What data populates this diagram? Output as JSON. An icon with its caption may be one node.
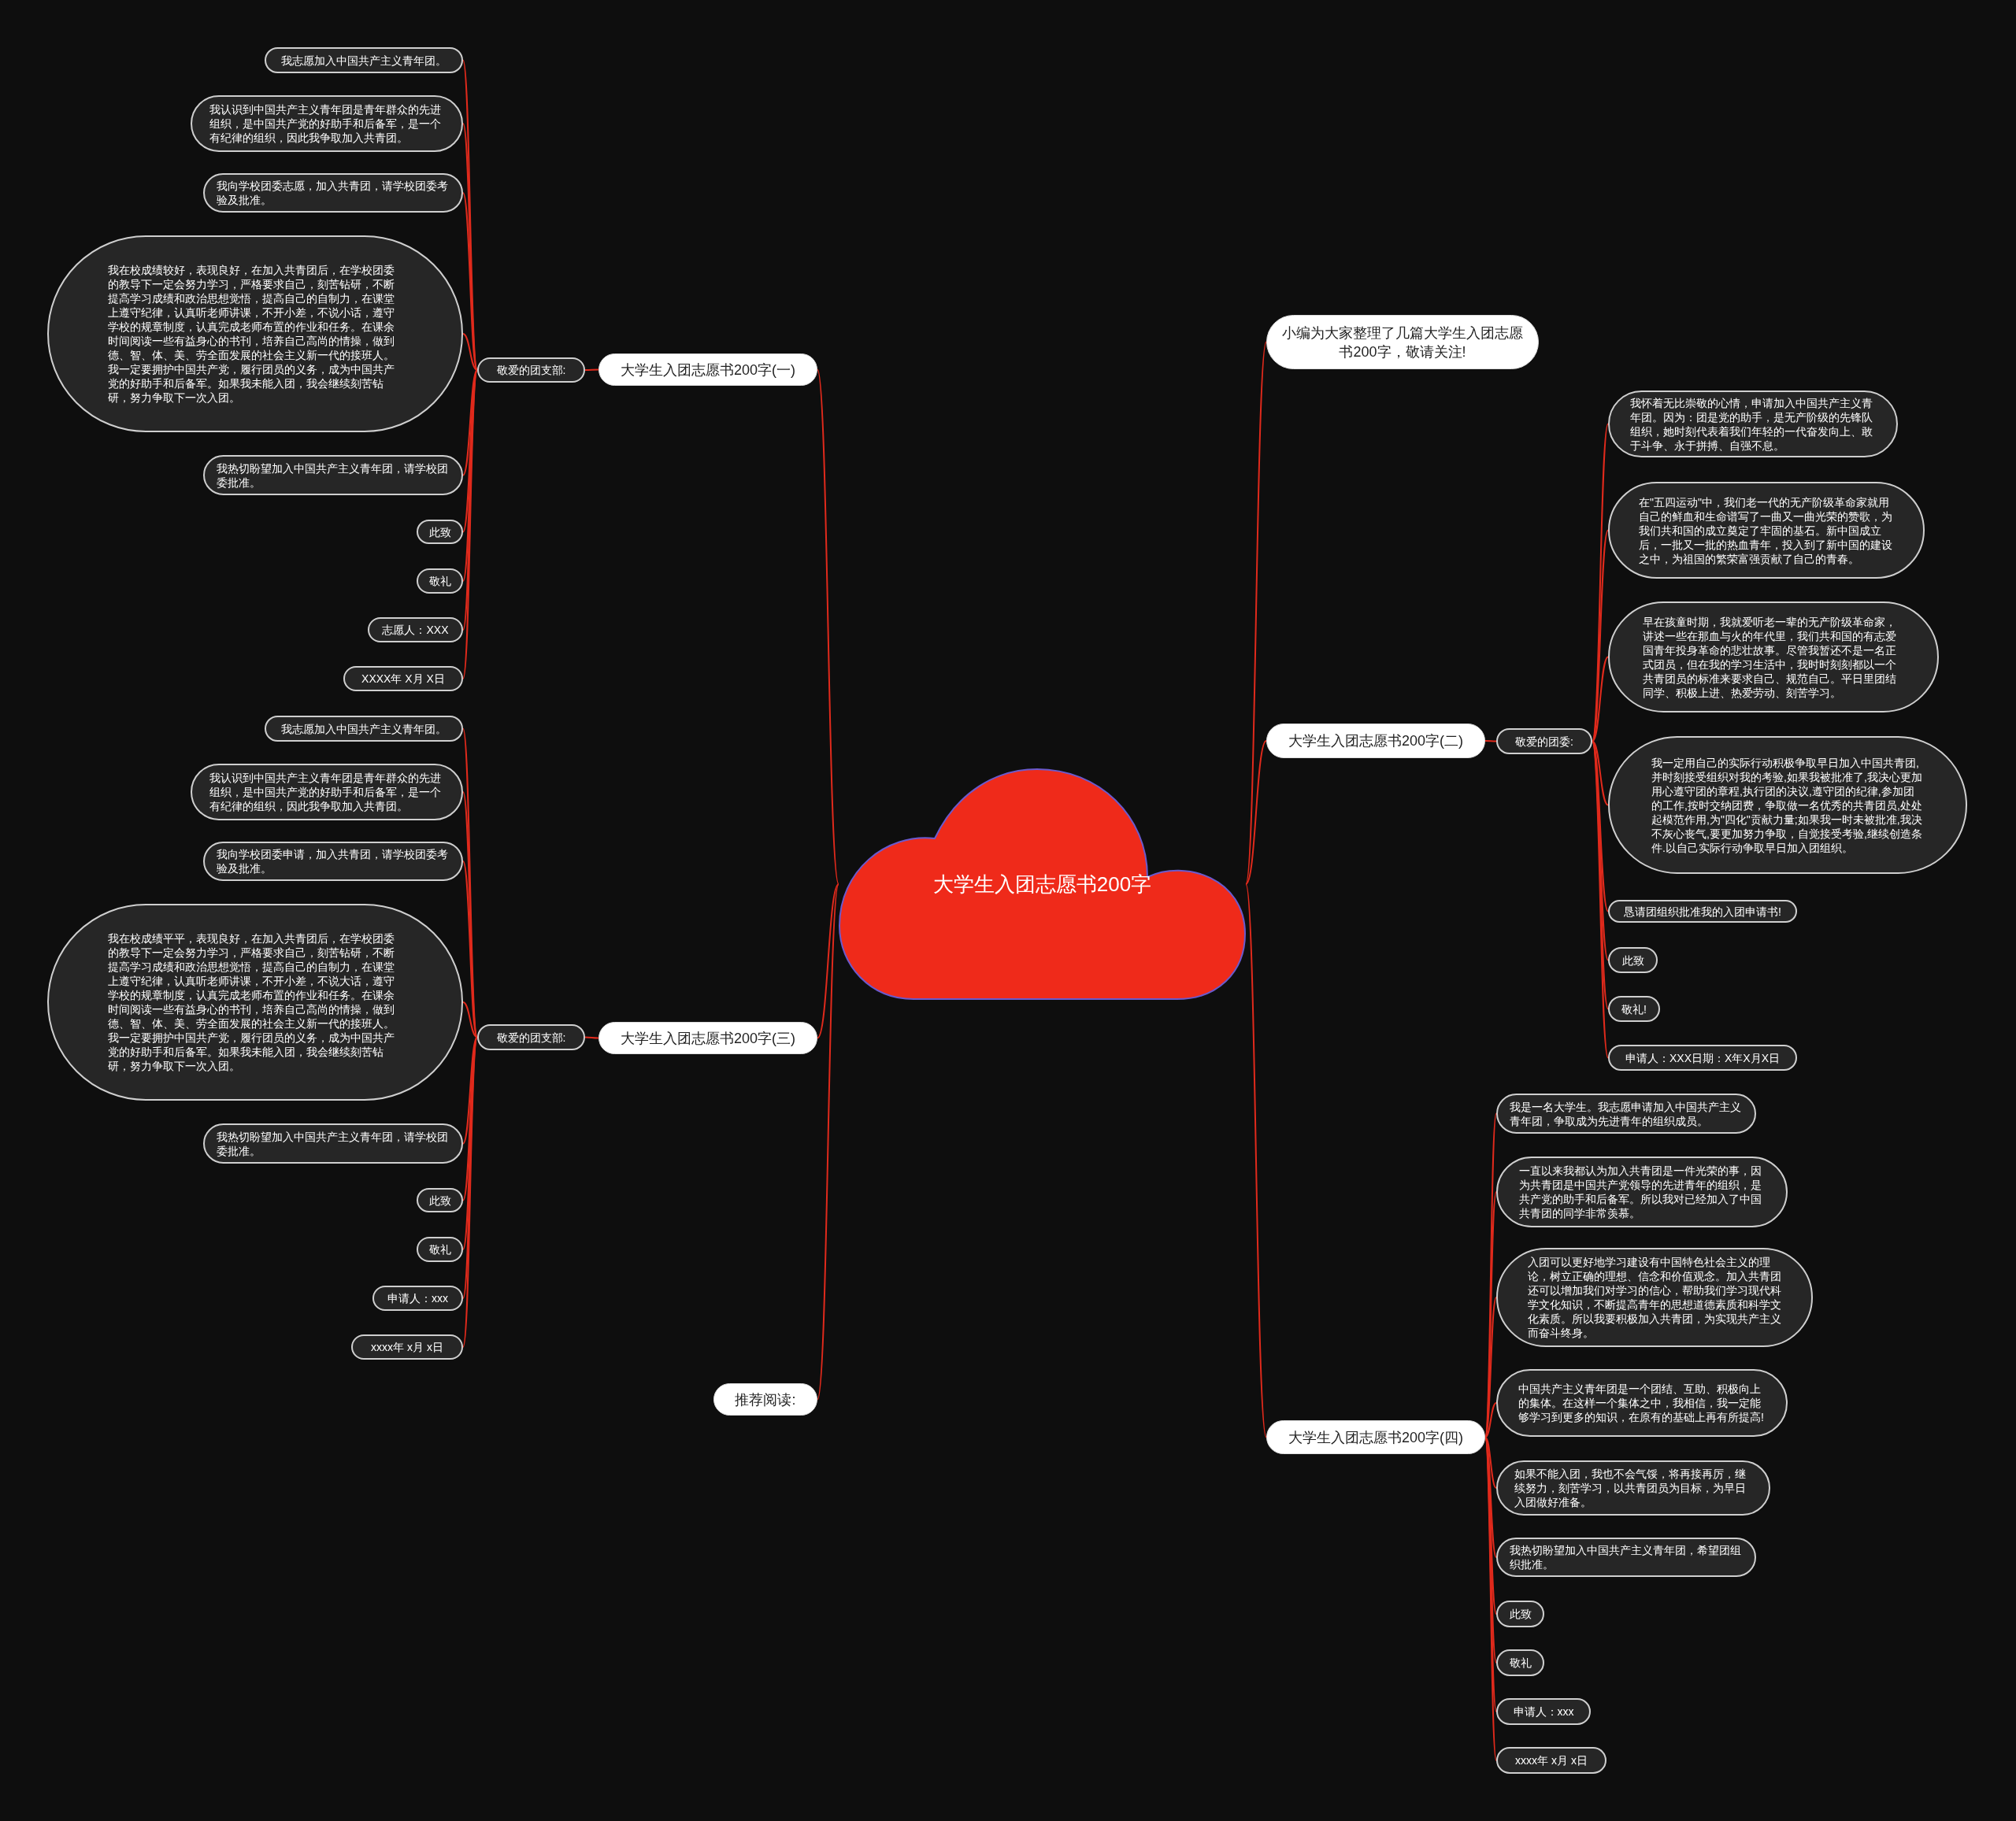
{
  "diagram": {
    "nodes": [
      {
        "text": [
          "大学生入团志愿书200字"
        ]
      },
      {
        "text": [
          "大学生入团志愿书200字(一)"
        ]
      },
      {
        "text": [
          "敬爱的团支部:"
        ]
      },
      {
        "text": [
          "我志愿加入中国共产主义青年团。"
        ]
      },
      {
        "text": [
          "我认识到中国共产主义青年团是青年群众的先进组织，是中国共产党的好助手和后备军，是一个有纪律的组织，因此我争取加入共青团。"
        ]
      },
      {
        "text": [
          "我向学校团委志愿，加入共青团，请学校团委考验及批准。"
        ]
      },
      {
        "text": [
          "我在校成绩较好，表现良好，在加入共青团后，在学校团委的教导下一定会努力学习，严格要求自己，刻苦钻研，不断提高学习成绩和政治思想觉悟，提高自己的自制力，在课堂上遵守纪律，认真听老师讲课，不开小差，不说小话，遵守学校的规章制度，认真完成老师布置的作业和任务。在课余时间阅读一些有益身心的书刊，培养自己高尚的情操，做到德、智、体、美、劳全面发展的社会主义新一代的接班人。我一定要拥护中国共产党，履行团员的义务，成为中国共产党的好助手和后备军。如果我未能入团，我会继续刻苦钻研，努力争取下一次入团。"
        ]
      },
      {
        "text": [
          "我热切盼望加入中国共产主义青年团，请学校团委批准。"
        ]
      },
      {
        "text": [
          "此致"
        ]
      },
      {
        "text": [
          "敬礼"
        ]
      },
      {
        "text": [
          "志愿人：XXX"
        ]
      },
      {
        "text": [
          "XXXX年 X月 X日"
        ]
      },
      {
        "text": [
          "大学生入团志愿书200字(三)"
        ]
      },
      {
        "text": [
          "敬爱的团支部:"
        ]
      },
      {
        "text": [
          "我志愿加入中国共产主义青年团。"
        ]
      },
      {
        "text": [
          "我认识到中国共产主义青年团是青年群众的先进组织，是中国共产党的好助手和后备军，是一个有纪律的组织，因此我争取加入共青团。"
        ]
      },
      {
        "text": [
          "我向学校团委申请，加入共青团，请学校团委考验及批准。"
        ]
      },
      {
        "text": [
          "我在校成绩平平，表现良好，在加入共青团后，在学校团委的教导下一定会努力学习，严格要求自己，刻苦钻研，不断提高学习成绩和政治思想觉悟，提高自己的自制力，在课堂上遵守纪律，认真听老师讲课，不开小差，不说大话，遵守学校的规章制度，认真完成老师布置的作业和任务。在课余时间阅读一些有益身心的书刊，培养自己高尚的情操，做到德、智、体、美、劳全面发展的社会主义新一代的接班人。我一定要拥护中国共产党，履行团员的义务，成为中国共产党的好助手和后备军。如果我未能入团，我会继续刻苦钻研，努力争取下一次入团。"
        ]
      },
      {
        "text": [
          "我热切盼望加入中国共产主义青年团，请学校团委批准。"
        ]
      },
      {
        "text": [
          "此致"
        ]
      },
      {
        "text": [
          "敬礼"
        ]
      },
      {
        "text": [
          "申请人：xxx"
        ]
      },
      {
        "text": [
          "xxxx年 x月 x日"
        ]
      },
      {
        "text": [
          "推荐阅读:"
        ]
      },
      {
        "text": [
          "小编为大家整理了几篇大学生入团志愿书200字，敬请关注!"
        ]
      },
      {
        "text": [
          "大学生入团志愿书200字(二)"
        ]
      },
      {
        "text": [
          "敬爱的团委:"
        ]
      },
      {
        "text": [
          "我怀着无比崇敬的心情，申请加入中国共产主义青年团。因为：团是党的助手，是无产阶级的先锋队组织，她时刻代表着我们年轻的一代奋发向上、敢于斗争、永于拼搏、自强不息。"
        ]
      },
      {
        "text": [
          "在\"五四运动\"中，我们老一代的无产阶级革命家就用自己的鲜血和生命谱写了一曲又一曲光荣的赞歌，为我们共和国的成立奠定了牢固的基石。新中国成立后，一批又一批的热血青年，投入到了新中国的建设之中，为祖国的繁荣富强贡献了自己的青春。"
        ]
      },
      {
        "text": [
          "早在孩童时期，我就爱听老一辈的无产阶级革命家，讲述一些在那血与火的年代里，我们共和国的有志爱国青年投身革命的悲壮故事。尽管我暂还不是一名正式团员，但在我的学习生活中，我时时刻刻都以一个共青团员的标准来要求自己、规范自己。平日里团结同学、积极上进、热爱劳动、刻苦学习。"
        ]
      },
      {
        "text": [
          "我一定用自己的实际行动积极争取早日加入中国共青团,并时刻接受组织对我的考验,如果我被批准了,我决心更加用心遵守团的章程,执行团的决议,遵守团的纪律,参加团的工作,按时交纳团费，争取做一名优秀的共青团员,处处起模范作用,为\"四化\"贡献力量;如果我一时未被批准,我决不灰心丧气,要更加努力争取，自觉接受考验,继续创造条件.以自己实际行动争取早日加入团组织。"
        ]
      },
      {
        "text": [
          "恳请团组织批准我的入团申请书!"
        ]
      },
      {
        "text": [
          "此致"
        ]
      },
      {
        "text": [
          "敬礼!"
        ]
      },
      {
        "text": [
          "申请人：XXX日期：X年X月X日"
        ]
      },
      {
        "text": [
          "大学生入团志愿书200字(四)"
        ]
      },
      {
        "text": [
          "我是一名大学生。我志愿申请加入中国共产主义青年团，争取成为先进青年的组织成员。"
        ]
      },
      {
        "text": [
          "一直以来我都认为加入共青团是一件光荣的事，因为共青团是中国共产党领导的先进青年的组织，是共产党的助手和后备军。所以我对已经加入了中国共青团的同学非常羡慕。"
        ]
      },
      {
        "text": [
          "入团可以更好地学习建设有中国特色社会主义的理论，树立正确的理想、信念和价值观念。加入共青团还可以增加我们对学习的信心，帮助我们学习现代科学文化知识，不断提高青年的思想道德素质和科学文化素质。所以我要积极加入共青团，为实现共产主义而奋斗终身。"
        ]
      },
      {
        "text": [
          "中国共产主义青年团是一个团结、互助、积极向上的集体。在这样一个集体之中，我相信，我一定能够学习到更多的知识，在原有的基础上再有所提高!"
        ]
      },
      {
        "text": [
          "如果不能入团，我也不会气馁，将再接再厉，继续努力，刻苦学习，以共青团员为目标，为早日入团做好准备。"
        ]
      },
      {
        "text": [
          "我热切盼望加入中国共产主义青年团，希望团组织批准。"
        ]
      },
      {
        "text": [
          "此致"
        ]
      },
      {
        "text": [
          "敬礼"
        ]
      },
      {
        "text": [
          "申请人：xxx"
        ]
      },
      {
        "text": [
          "xxxx年 x月 x日"
        ]
      }
    ],
    "edges": [
      {
        "from": 0,
        "to": 1,
        "arrow": "none"
      },
      {
        "from": 1,
        "to": 2,
        "arrow": "none"
      },
      {
        "from": 2,
        "to": 3,
        "arrow": "none"
      },
      {
        "from": 2,
        "to": 4,
        "arrow": "none"
      },
      {
        "from": 2,
        "to": 5,
        "arrow": "none"
      },
      {
        "from": 2,
        "to": 6,
        "arrow": "none"
      },
      {
        "from": 2,
        "to": 7,
        "arrow": "none"
      },
      {
        "from": 2,
        "to": 8,
        "arrow": "none"
      },
      {
        "from": 2,
        "to": 9,
        "arrow": "none"
      },
      {
        "from": 2,
        "to": 10,
        "arrow": "none"
      },
      {
        "from": 2,
        "to": 11,
        "arrow": "none"
      },
      {
        "from": 0,
        "to": 12,
        "arrow": "none"
      },
      {
        "from": 12,
        "to": 13,
        "arrow": "none"
      },
      {
        "from": 13,
        "to": 14,
        "arrow": "none"
      },
      {
        "from": 13,
        "to": 15,
        "arrow": "none"
      },
      {
        "from": 13,
        "to": 16,
        "arrow": "none"
      },
      {
        "from": 13,
        "to": 17,
        "arrow": "none"
      },
      {
        "from": 13,
        "to": 18,
        "arrow": "none"
      },
      {
        "from": 13,
        "to": 19,
        "arrow": "none"
      },
      {
        "from": 13,
        "to": 20,
        "arrow": "none"
      },
      {
        "from": 13,
        "to": 21,
        "arrow": "none"
      },
      {
        "from": 13,
        "to": 22,
        "arrow": "none"
      },
      {
        "from": 0,
        "to": 23,
        "arrow": "none"
      },
      {
        "from": 0,
        "to": 24,
        "arrow": "none"
      },
      {
        "from": 0,
        "to": 25,
        "arrow": "none"
      },
      {
        "from": 25,
        "to": 26,
        "arrow": "none"
      },
      {
        "from": 26,
        "to": 27,
        "arrow": "none"
      },
      {
        "from": 26,
        "to": 28,
        "arrow": "none"
      },
      {
        "from": 26,
        "to": 29,
        "arrow": "none"
      },
      {
        "from": 26,
        "to": 30,
        "arrow": "none"
      },
      {
        "from": 26,
        "to": 31,
        "arrow": "none"
      },
      {
        "from": 26,
        "to": 32,
        "arrow": "none"
      },
      {
        "from": 26,
        "to": 33,
        "arrow": "none"
      },
      {
        "from": 26,
        "to": 34,
        "arrow": "none"
      },
      {
        "from": 0,
        "to": 35,
        "arrow": "none"
      },
      {
        "from": 35,
        "to": 36,
        "arrow": "none"
      },
      {
        "from": 35,
        "to": 37,
        "arrow": "none"
      },
      {
        "from": 35,
        "to": 38,
        "arrow": "none"
      },
      {
        "from": 35,
        "to": 39,
        "arrow": "none"
      },
      {
        "from": 35,
        "to": 40,
        "arrow": "none"
      },
      {
        "from": 35,
        "to": 41,
        "arrow": "none"
      },
      {
        "from": 35,
        "to": 42,
        "arrow": "none"
      },
      {
        "from": 35,
        "to": 43,
        "arrow": "none"
      },
      {
        "from": 35,
        "to": 44,
        "arrow": "none"
      },
      {
        "from": 35,
        "to": 45,
        "arrow": "none"
      }
    ]
  }
}
